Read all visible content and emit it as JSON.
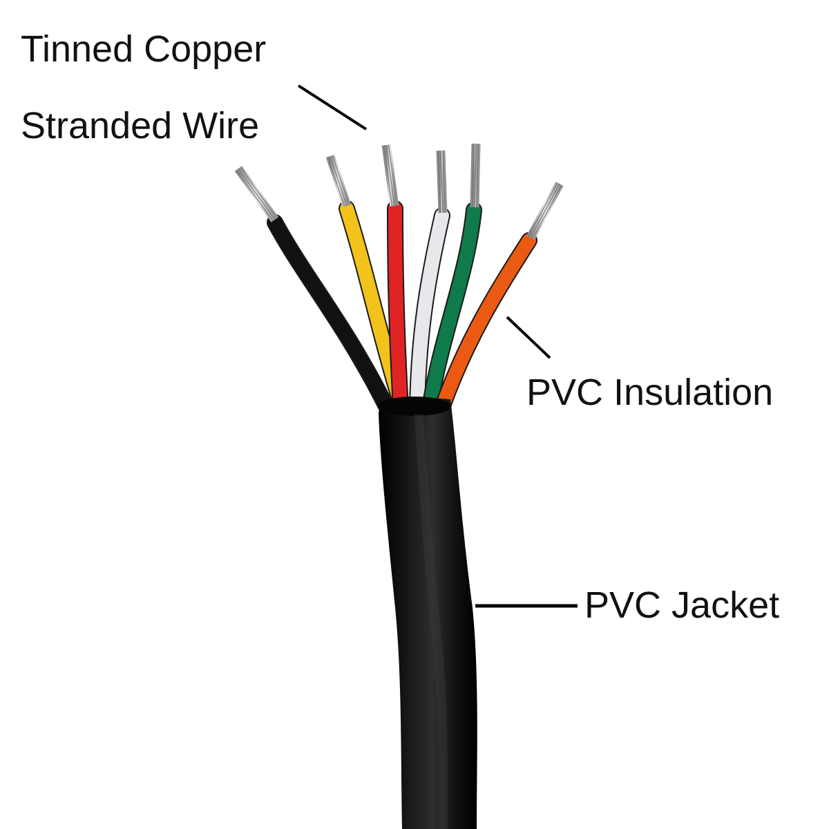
{
  "labels": {
    "conductor_line1": "Tinned Copper",
    "conductor_line2": "Stranded Wire",
    "insulation": "PVC Insulation",
    "jacket": "PVC Jacket"
  },
  "colors": {
    "background": "#ffffff",
    "text": "#111111",
    "leader_line": "#000000",
    "jacket": "#0a0a0a",
    "tinned_copper": "#b8b8b8"
  },
  "wires": [
    {
      "color_name": "black",
      "hex": "#111111"
    },
    {
      "color_name": "yellow",
      "hex": "#f2c31a"
    },
    {
      "color_name": "red",
      "hex": "#e02424"
    },
    {
      "color_name": "white",
      "hex": "#e8e8ec"
    },
    {
      "color_name": "green",
      "hex": "#0f7a4a"
    },
    {
      "color_name": "orange",
      "hex": "#ea5a12"
    }
  ]
}
